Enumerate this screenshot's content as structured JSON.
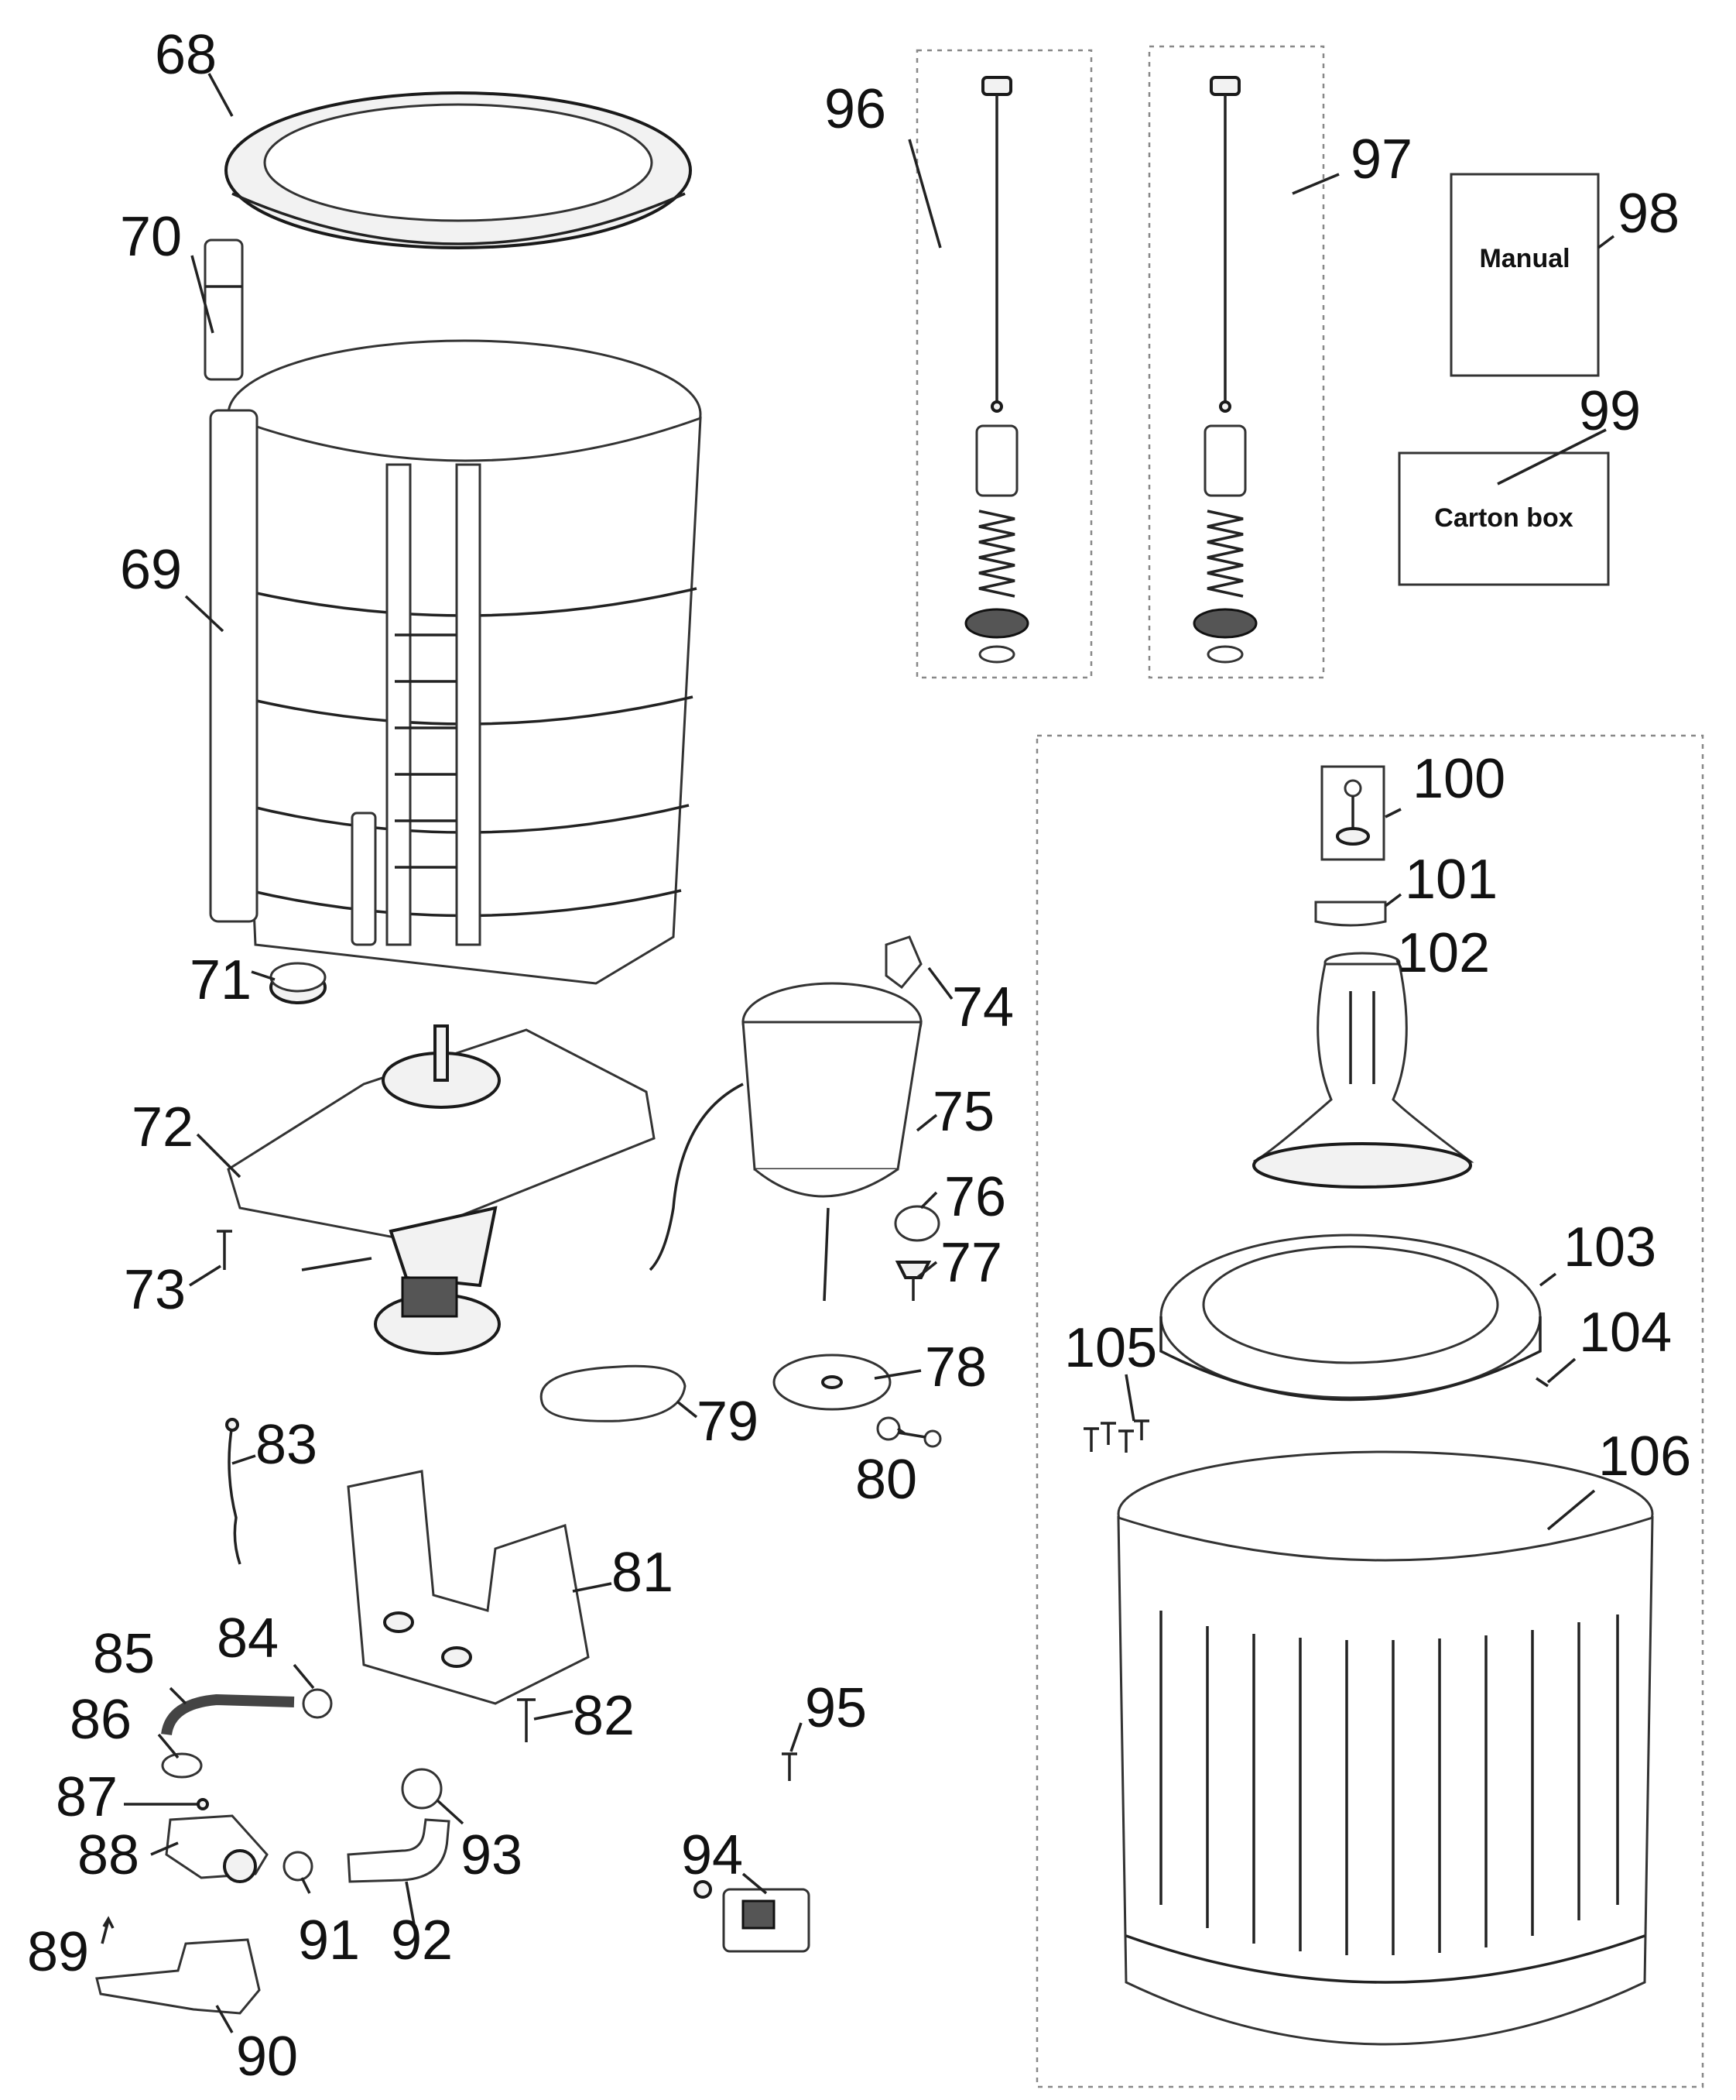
{
  "labels": {
    "l68": "68",
    "l69": "69",
    "l70": "70",
    "l71": "71",
    "l72": "72",
    "l73": "73",
    "l74": "74",
    "l75": "75",
    "l76": "76",
    "l77": "77",
    "l78": "78",
    "l79": "79",
    "l80": "80",
    "l81": "81",
    "l82": "82",
    "l83": "83",
    "l84": "84",
    "l85": "85",
    "l86": "86",
    "l87": "87",
    "l88": "88",
    "l89": "89",
    "l90": "90",
    "l91": "91",
    "l92": "92",
    "l93": "93",
    "l94": "94",
    "l95": "95",
    "l96": "96",
    "l97": "97",
    "l98": "98",
    "l99": "99",
    "l100": "100",
    "l101": "101",
    "l102": "102",
    "l103": "103",
    "l104": "104",
    "l105": "105",
    "l106": "106"
  },
  "boxes": {
    "manual": "Manual",
    "carton": "Carton box"
  }
}
